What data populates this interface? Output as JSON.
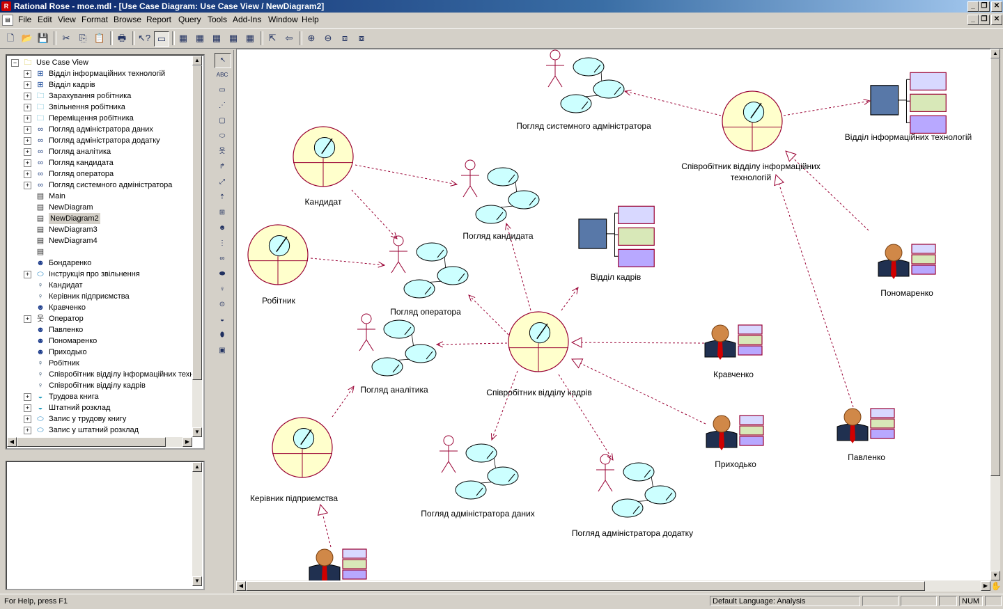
{
  "window": {
    "title": "Rational Rose - moe.mdl - [Use Case Diagram: Use Case View / NewDiagram2]"
  },
  "menu": [
    "File",
    "Edit",
    "View",
    "Format",
    "Browse",
    "Report",
    "Query",
    "Tools",
    "Add-Ins",
    "Window",
    "Help"
  ],
  "tree": {
    "root": "Use Case View",
    "items": [
      {
        "label": "Відділ інформаційних технологій",
        "icon": "subsystem-icon",
        "exp": true
      },
      {
        "label": "Відділ кадрів",
        "icon": "subsystem-icon",
        "exp": true
      },
      {
        "label": "Зарахування робітника",
        "icon": "folder-icon",
        "exp": true
      },
      {
        "label": "Звільнення робітника",
        "icon": "folder-icon",
        "exp": true
      },
      {
        "label": "Переміщення робітника",
        "icon": "folder-icon",
        "exp": true
      },
      {
        "label": "Погляд адміністратора даних",
        "icon": "collaboration-icon",
        "exp": true
      },
      {
        "label": "Погляд адміністратора додатку",
        "icon": "collaboration-icon",
        "exp": true
      },
      {
        "label": "Погляд аналітика",
        "icon": "collaboration-icon",
        "exp": true
      },
      {
        "label": "Погляд кандидата",
        "icon": "collaboration-icon",
        "exp": true
      },
      {
        "label": "Погляд оператора",
        "icon": "collaboration-icon",
        "exp": true
      },
      {
        "label": "Погляд системного адміністратора",
        "icon": "collaboration-icon",
        "exp": true
      },
      {
        "label": "Main",
        "icon": "diagram-icon",
        "exp": false
      },
      {
        "label": "NewDiagram",
        "icon": "diagram-icon",
        "exp": false
      },
      {
        "label": "NewDiagram2",
        "icon": "diagram-icon",
        "exp": false,
        "selected": true
      },
      {
        "label": "NewDiagram3",
        "icon": "diagram-icon",
        "exp": false
      },
      {
        "label": "NewDiagram4",
        "icon": "diagram-icon",
        "exp": false
      },
      {
        "label": "",
        "icon": "diagram-icon",
        "exp": false
      },
      {
        "label": "Бондаренко",
        "icon": "worker-icon",
        "exp": false
      },
      {
        "label": "Інструкція про звільнення",
        "icon": "usecase-icon",
        "exp": true
      },
      {
        "label": "Кандидат",
        "icon": "business-actor-icon",
        "exp": false
      },
      {
        "label": "Керівник підприємства",
        "icon": "business-actor-icon",
        "exp": false
      },
      {
        "label": "Кравченко",
        "icon": "worker-icon",
        "exp": false
      },
      {
        "label": "Оператор",
        "icon": "actor-icon",
        "exp": true
      },
      {
        "label": "Павленко",
        "icon": "worker-icon",
        "exp": false
      },
      {
        "label": "Пономаренко",
        "icon": "worker-icon",
        "exp": false
      },
      {
        "label": "Приходько",
        "icon": "worker-icon",
        "exp": false
      },
      {
        "label": "Робітник",
        "icon": "business-actor-icon",
        "exp": false
      },
      {
        "label": "Співробітник відділу інформаційних техн",
        "icon": "business-actor-icon",
        "exp": false
      },
      {
        "label": "Співробітник відділу кадрів",
        "icon": "business-actor-icon",
        "exp": false
      },
      {
        "label": "Трудова книга",
        "icon": "entity-icon",
        "exp": true
      },
      {
        "label": "Штатний розклад",
        "icon": "entity-icon",
        "exp": true
      },
      {
        "label": "Запис у трудову книгу",
        "icon": "usecase-icon",
        "exp": true
      },
      {
        "label": "Запис у штатний розклад",
        "icon": "usecase-icon",
        "exp": true
      }
    ]
  },
  "diagram": {
    "labels": {
      "sysadmin": "Погляд системного адміністратора",
      "it_dept": "Відділ інформаційних технологій",
      "it_worker1": "Співробітник відділу інформаційних",
      "it_worker2": "технологій",
      "candidate": "Кандидат",
      "candidate_view": "Погляд кандидата",
      "hr_dept": "Відділ кадрів",
      "ponomarenko": "Пономаренко",
      "worker": "Робітник",
      "operator_view": "Погляд оператора",
      "analyst_view": "Погляд аналітика",
      "hr_worker": "Співробітник відділу кадрів",
      "kravchenko": "Кравченко",
      "director": "Керівник підприємства",
      "data_admin_view": "Погляд адміністратора даних",
      "app_admin_view": "Погляд адміністратора додатку",
      "prykhodko": "Приходько",
      "pavlenko": "Павленко"
    }
  },
  "status": {
    "help": "For Help, press F1",
    "language": "Default Language: Analysis",
    "num": "NUM"
  },
  "colors": {
    "actor_fill": "#ffffcc",
    "actor_stroke": "#990033",
    "usecase_fill": "#ccffff",
    "arrow": "#990033"
  }
}
